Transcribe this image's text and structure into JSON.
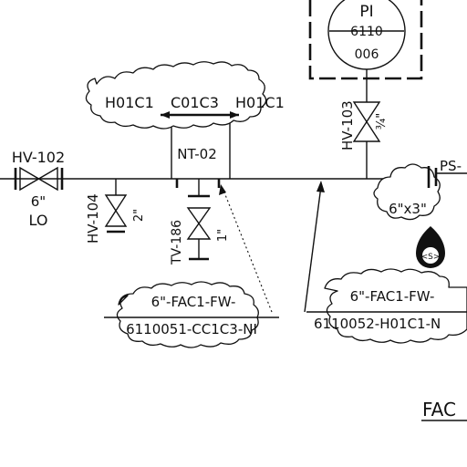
{
  "instrument": {
    "tag": "PI",
    "number_line1": "6110",
    "number_line2": "006"
  },
  "valves": {
    "hv102": {
      "tag": "HV-102",
      "size": "6\"",
      "state": "LO"
    },
    "hv104": {
      "tag": "HV-104",
      "size": "2\""
    },
    "hv103": {
      "tag": "HV-103",
      "size": "¾\""
    },
    "tv186": {
      "tag": "TV-186",
      "size": "1\""
    }
  },
  "revision_cloud_top": {
    "labels": [
      "H01C1",
      "C01C3",
      "H01C1"
    ]
  },
  "nt_label": "NT-02",
  "reducer_label": "6\"x3\"",
  "ps_label": "PS-",
  "badge_label": "<S>",
  "line_callout_left": {
    "line1": "6\"-FAC1-FW-",
    "line2": "6110051-CC1C3-NI"
  },
  "line_callout_right": {
    "line1": "6\"-FAC1-FW-",
    "line2": "6110052-H01C1-N"
  },
  "corner_label": "FAC"
}
